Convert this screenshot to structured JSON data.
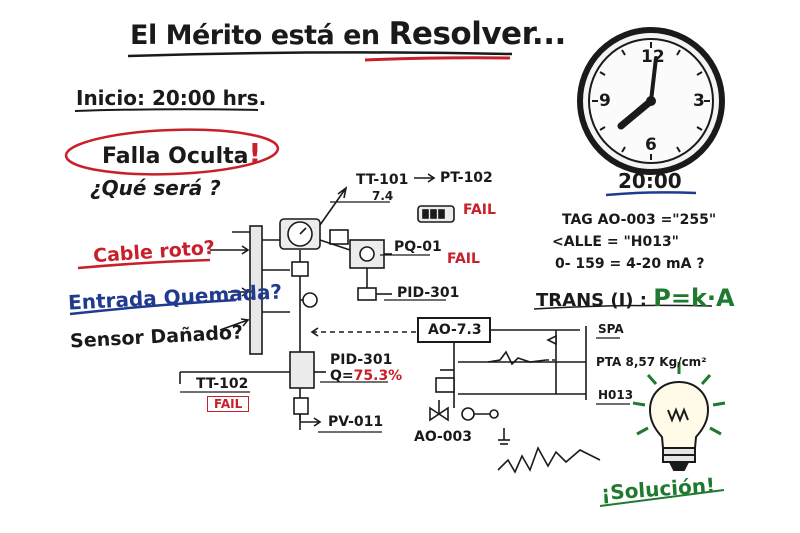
{
  "title": {
    "prefix": "El Mérito está en ",
    "emphasis": "Resolver..."
  },
  "start": "Inicio: 20:00 hrs.",
  "fault": {
    "label": "Falla Oculta",
    "mark": "!"
  },
  "question": "¿Qué será ?",
  "hypotheses": {
    "cable": "Cable roto?",
    "input": "Entrada Quemada?",
    "sensor": "Sensor Dañado?"
  },
  "instruments": {
    "tt101": "TT-101",
    "tt101_value": "7.4",
    "pt102": "PT-102",
    "pq01": "PQ-01",
    "pid301_top": "PID-301",
    "pid301_mid": "PID-301",
    "pid301_q_label": "Q=",
    "pid301_q_value": "75.3%",
    "tt102": "TT-102",
    "pv011": "PV-011",
    "ao73": "AO-7.3",
    "ao003": "AO-003",
    "spa": "SPA",
    "pta": "PTA 8,57 Kg/cm²",
    "h013": "H013"
  },
  "fail_labels": {
    "pt102": "FAIL",
    "pq01": "FAIL",
    "tt102": "FAIL"
  },
  "notes": {
    "line1": "TAG AO-003 =\"255\"",
    "line2": "<ALLE = \"H013\"",
    "line3": "0- 159 = 4-20 mA ?",
    "trans_label": "TRANS (I) :",
    "trans_formula": "P=k·A"
  },
  "clock": {
    "time": "20:00",
    "numerals": [
      "12",
      "3",
      "6",
      "9"
    ]
  },
  "solution": "¡Solución!",
  "colors": {
    "red": "#c8202a",
    "blue": "#1f3a8f",
    "green": "#1f7a30",
    "ink": "#1a1a1a"
  }
}
